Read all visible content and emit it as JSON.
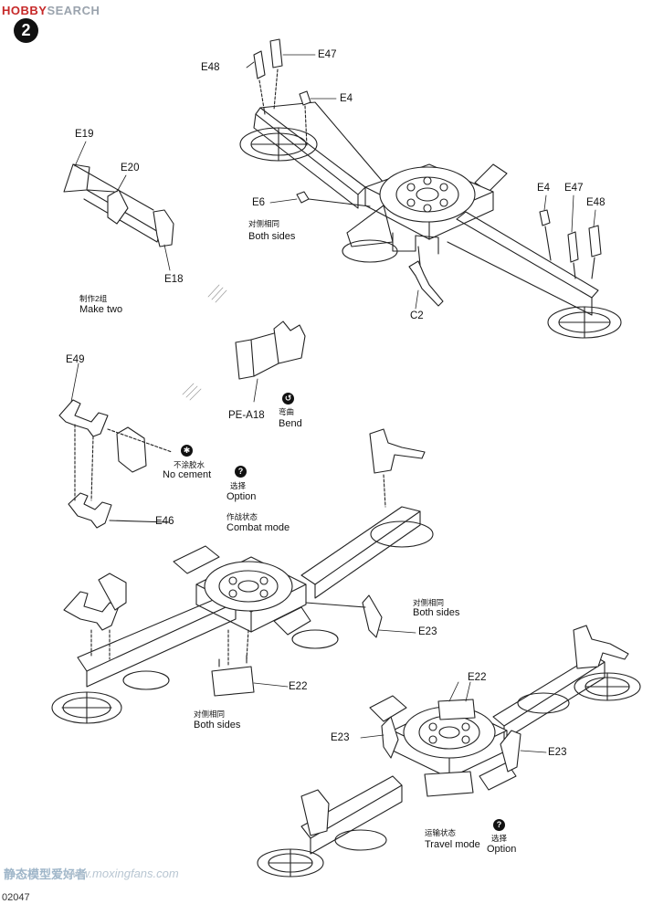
{
  "header": {
    "logo_main": "HOBBY",
    "logo_sub": "SEARCH",
    "step_number": "2"
  },
  "labels": {
    "e48_top": "E48",
    "e47_top": "E47",
    "e4_top": "E4",
    "e6": "E6",
    "both_sides_1_cn": "对侧相同",
    "both_sides_1_en": "Both sides",
    "e4_right": "E4",
    "e47_right": "E47",
    "e48_right": "E48",
    "c2": "C2",
    "e19": "E19",
    "e20": "E20",
    "e18": "E18",
    "make_two_cn": "制作2组",
    "make_two_en": "Make two",
    "pe_a18": "PE-A18",
    "bend_cn": "弯曲",
    "bend_en": "Bend",
    "e49": "E49",
    "no_cement_cn": "不涂胶水",
    "no_cement_en": "No cement",
    "e46": "E46",
    "option_1_cn": "选择",
    "option_1_en": "Option",
    "combat_mode_cn": "作战状态",
    "combat_mode_en": "Combat mode",
    "both_sides_2_cn": "对侧相同",
    "both_sides_2_en": "Both sides",
    "e23_mid": "E23",
    "e22_mid": "E22",
    "both_sides_3_cn": "对侧相同",
    "both_sides_3_en": "Both sides",
    "e22_bot": "E22",
    "e23_bot_left": "E23",
    "e23_bot_right": "E23",
    "travel_mode_cn": "运输状态",
    "travel_mode_en": "Travel mode",
    "option_2_cn": "选择",
    "option_2_en": "Option"
  },
  "icons": {
    "question": "?",
    "bend": "↺",
    "no_cement": "✱"
  },
  "footer": {
    "watermark_cn": "静态模型爱好者",
    "watermark_url": "www.moxingfans.com",
    "page_number": "02047"
  }
}
